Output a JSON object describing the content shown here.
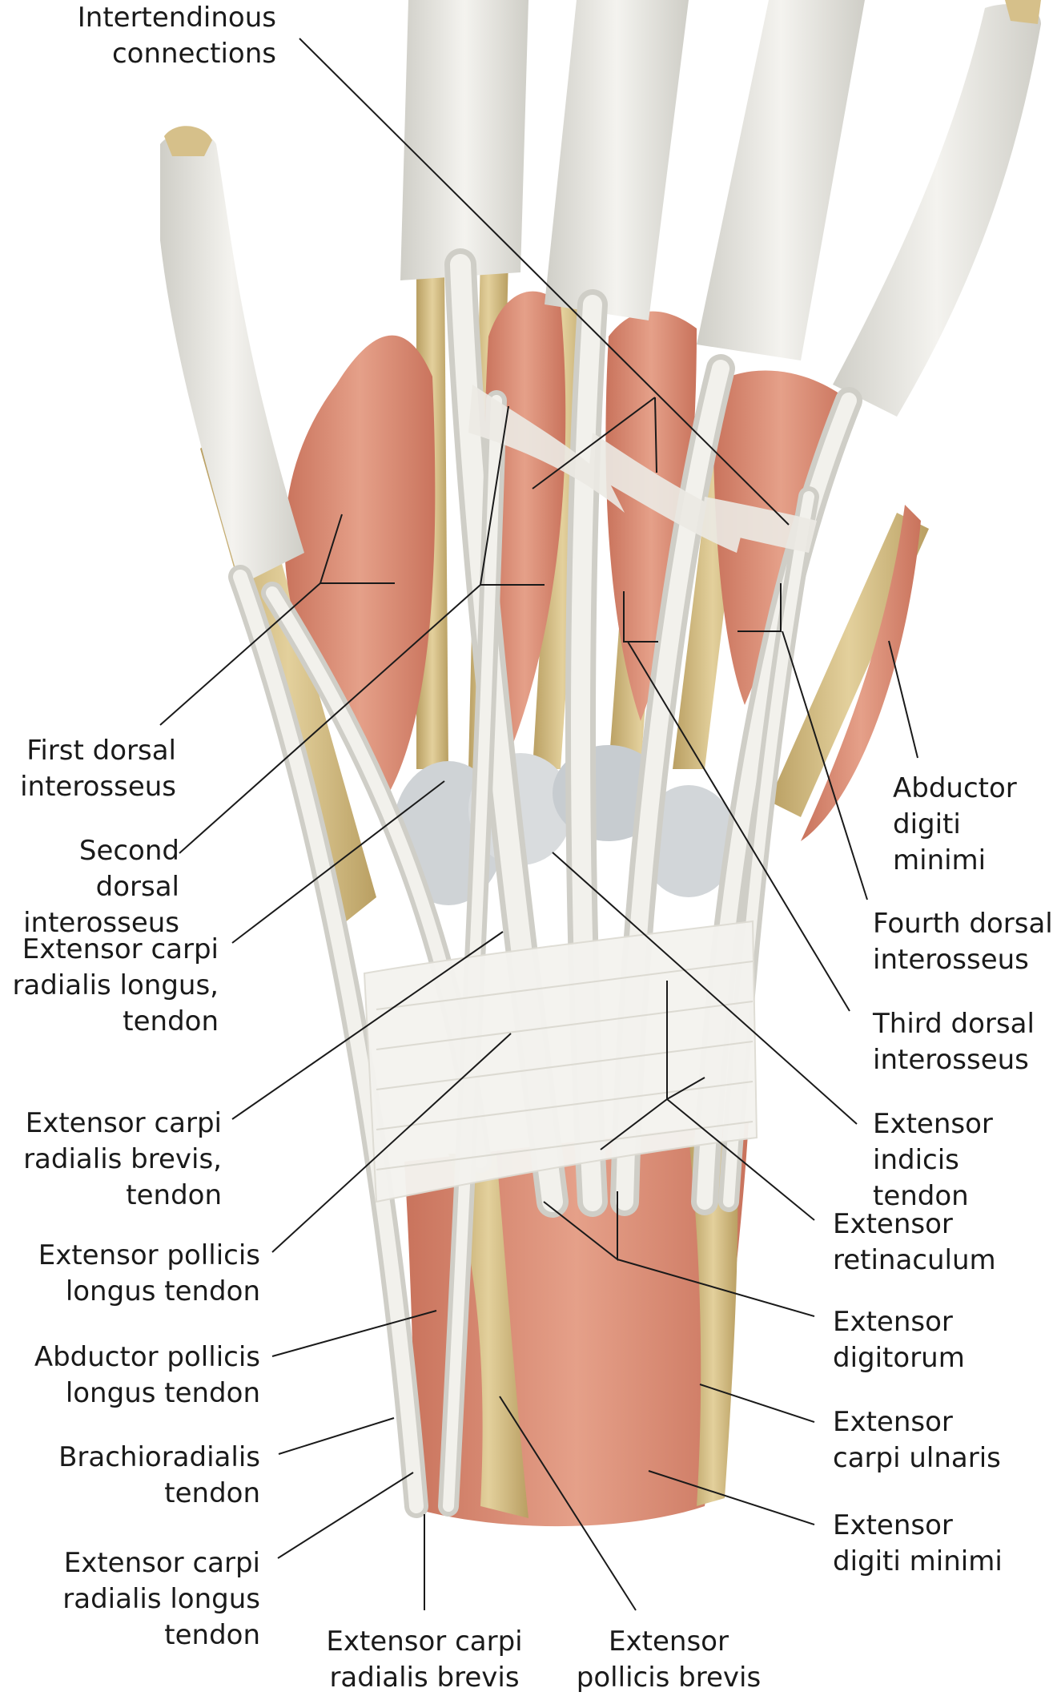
{
  "labels": {
    "intertendinous": "Intertendinous\nconnections",
    "first_dorsal": "First dorsal\ninterosseus",
    "second_dorsal": "Second dorsal\ninterosseus",
    "ecrl_tendon_upper": "Extensor carpi\nradialis longus,\ntendon",
    "ecrb_tendon": "Extensor carpi\nradialis brevis,\ntendon",
    "epl_tendon": "Extensor pollicis\nlongus tendon",
    "apl_tendon": "Abductor pollicis\nlongus tendon",
    "brachioradialis": "Brachioradialis\ntendon",
    "ecrl_tendon_lower": "Extensor carpi\nradialis longus\ntendon",
    "ecrb_bottom": "Extensor carpi\nradialis brevis",
    "epb": "Extensor\npollicis brevis",
    "abductor_digiti_minimi": "Abductor\ndigiti minimi",
    "fourth_dorsal": "Fourth dorsal\ninterosseus",
    "third_dorsal": "Third dorsal\ninterosseus",
    "extensor_indicis": "Extensor\nindicis tendon",
    "extensor_retinaculum": "Extensor\nretinaculum",
    "extensor_digitorum": "Extensor\ndigitorum",
    "extensor_carpi_ulnaris": "Extensor\ncarpi ulnaris",
    "extensor_digiti_minimi": "Extensor\ndigiti minimi"
  },
  "colors": {
    "tendon": "#e9e8e3",
    "tendon_shadow": "#c9c8c0",
    "muscle": "#d98a74",
    "muscle_light": "#e7a48f",
    "bone": "#d6c08a",
    "retinaculum": "#f3f2ee",
    "leader": "#1a1a1a"
  }
}
